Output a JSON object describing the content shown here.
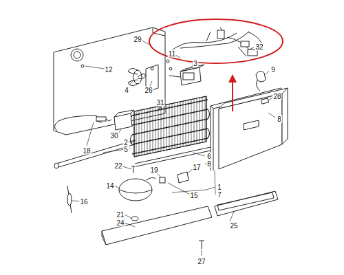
{
  "diagram": {
    "labels": [
      "29",
      "11",
      "3",
      "12",
      "4",
      "26",
      "32",
      "9",
      "31",
      "28",
      "8",
      "18",
      "30",
      "2",
      "5",
      "6",
      "8",
      "22",
      "19",
      "17",
      "1",
      "7",
      "14",
      "15",
      "16",
      "21",
      "24",
      "25",
      "27"
    ]
  }
}
